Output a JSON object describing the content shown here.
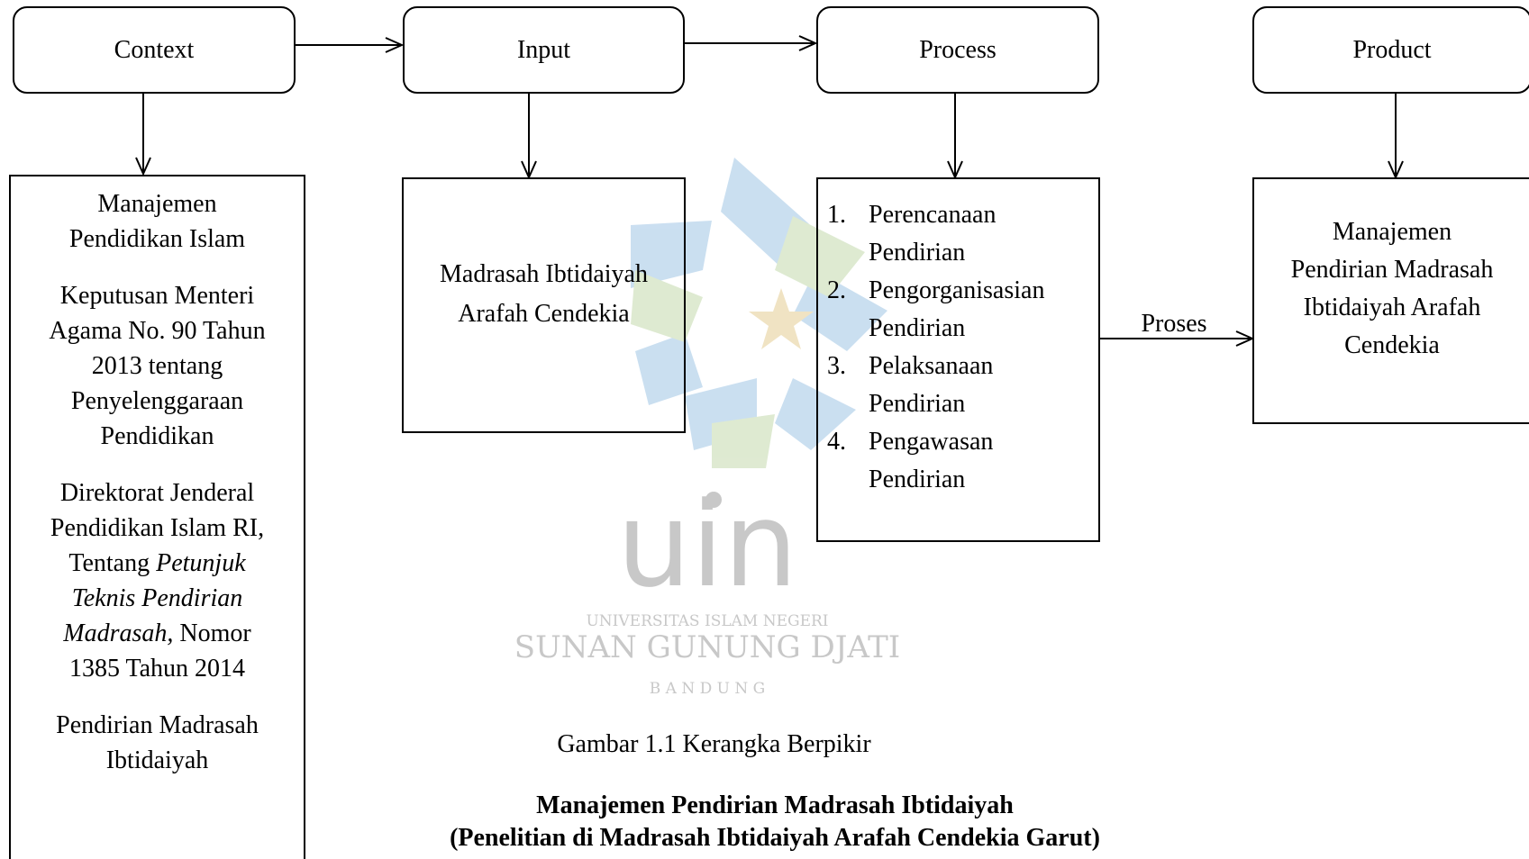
{
  "boxes": {
    "context": "Context",
    "input": "Input",
    "process": "Process",
    "product": "Product"
  },
  "context_details": {
    "p1": [
      "Manajemen",
      "Pendidikan Islam"
    ],
    "p2": [
      "Keputusan Menteri",
      "Agama No. 90 Tahun",
      "2013 tentang",
      "Penyelenggaraan",
      "Pendidikan"
    ],
    "p3_l1": "Direktorat Jenderal",
    "p3_l2": "Pendidikan Islam RI,",
    "p3_l3a": "Tentang ",
    "p3_l3b": "Petunjuk",
    "p3_l4": "Teknis Pendirian",
    "p3_l5a": "Madrasah,",
    "p3_l5b": " Nomor",
    "p3_l6": "1385 Tahun 2014",
    "p4": [
      "Pendirian Madrasah",
      "Ibtidaiyah"
    ]
  },
  "input_detail": [
    "Madrasah Ibtidaiyah",
    "Arafah Cendekia"
  ],
  "process_steps": [
    {
      "num": "1.",
      "lines": [
        "Perencanaan",
        "Pendirian"
      ]
    },
    {
      "num": "2.",
      "lines": [
        "Pengorganisasian",
        "Pendirian"
      ]
    },
    {
      "num": "3.",
      "lines": [
        "Pelaksanaan",
        "Pendirian"
      ]
    },
    {
      "num": "4.",
      "lines": [
        "Pengawasan",
        "Pendirian"
      ]
    }
  ],
  "arrow_label": "Proses",
  "product_detail": [
    "Manajemen",
    "Pendirian Madrasah",
    "Ibtidaiyah Arafah",
    "Cendekia"
  ],
  "watermark": {
    "logo_text": "uin",
    "line1": "UNIVERSITAS ISLAM NEGERI",
    "line2": "SUNAN GUNUNG DJATI",
    "line3": "B A N D U N G",
    "colors": {
      "blue": "#c5dcef",
      "green": "#dbe8cd",
      "gold": "#efe0bd",
      "gray": "#c8c8c8"
    }
  },
  "caption": "Gambar 1.1 Kerangka Berpikir",
  "title_line1": "Manajemen Pendirian Madrasah Ibtidaiyah",
  "title_line2": "(Penelitian di Madrasah Ibtidaiyah Arafah Cendekia Garut)"
}
